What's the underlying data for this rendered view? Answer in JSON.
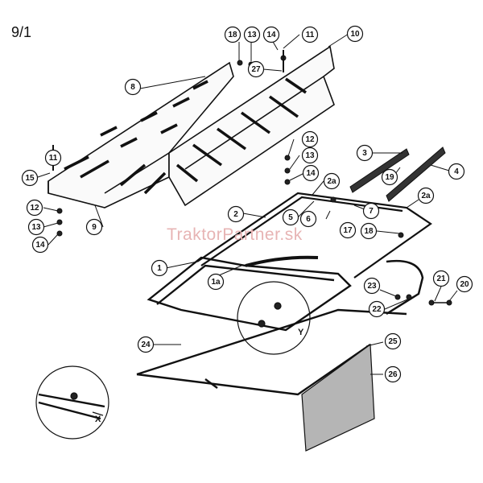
{
  "page_label": "9/1",
  "watermark": "TraktorPartner.sk",
  "detail_labels": [
    "X",
    "Y"
  ],
  "callouts": [
    {
      "id": "c18a",
      "label": "18"
    },
    {
      "id": "c13a",
      "label": "13"
    },
    {
      "id": "c14a",
      "label": "14"
    },
    {
      "id": "c11a",
      "label": "11"
    },
    {
      "id": "c10",
      "label": "10"
    },
    {
      "id": "c27",
      "label": "27"
    },
    {
      "id": "c8",
      "label": "8"
    },
    {
      "id": "c11b",
      "label": "11"
    },
    {
      "id": "c15",
      "label": "15"
    },
    {
      "id": "c12b",
      "label": "12"
    },
    {
      "id": "c13b",
      "label": "13"
    },
    {
      "id": "c14b",
      "label": "14"
    },
    {
      "id": "c9",
      "label": "9"
    },
    {
      "id": "c12a",
      "label": "12"
    },
    {
      "id": "c13c",
      "label": "13"
    },
    {
      "id": "c14c",
      "label": "14"
    },
    {
      "id": "c3",
      "label": "3"
    },
    {
      "id": "c4",
      "label": "4"
    },
    {
      "id": "c19",
      "label": "19"
    },
    {
      "id": "c2a",
      "label": "2a"
    },
    {
      "id": "c2",
      "label": "2"
    },
    {
      "id": "c24a",
      "label": "2a"
    },
    {
      "id": "c5",
      "label": "5"
    },
    {
      "id": "c6",
      "label": "6"
    },
    {
      "id": "c7",
      "label": "7"
    },
    {
      "id": "c17",
      "label": "17"
    },
    {
      "id": "c18b",
      "label": "18"
    },
    {
      "id": "c1",
      "label": "1"
    },
    {
      "id": "c1a",
      "label": "1a"
    },
    {
      "id": "c21",
      "label": "21"
    },
    {
      "id": "c20",
      "label": "20"
    },
    {
      "id": "c23",
      "label": "23"
    },
    {
      "id": "c22",
      "label": "22"
    },
    {
      "id": "c24",
      "label": "24"
    },
    {
      "id": "c25",
      "label": "25"
    },
    {
      "id": "c26",
      "label": "26"
    }
  ]
}
